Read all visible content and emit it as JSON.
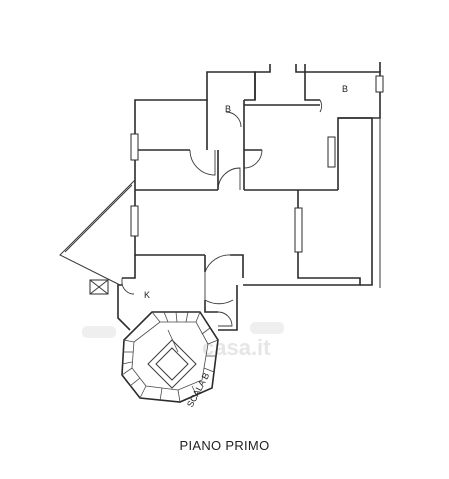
{
  "plan": {
    "title": "PIANO PRIMO",
    "rooms": [
      {
        "id": "bathroom-center",
        "label": "B"
      },
      {
        "id": "bathroom-top-right",
        "label": "B"
      },
      {
        "id": "kitchen",
        "label": "K"
      }
    ],
    "stair_label": "SCALA B",
    "watermark": "casa.it"
  }
}
